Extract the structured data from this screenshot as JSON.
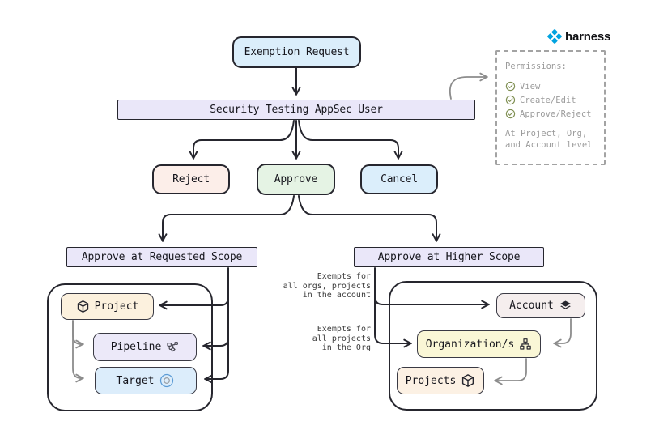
{
  "brand": {
    "name": "harness"
  },
  "nodes": {
    "exemption_request": {
      "label": "Exemption Request"
    },
    "appsec_user": {
      "label": "Security Testing AppSec User"
    },
    "reject": {
      "label": "Reject"
    },
    "approve": {
      "label": "Approve"
    },
    "cancel": {
      "label": "Cancel"
    },
    "requested_scope": {
      "label": "Approve at Requested Scope"
    },
    "higher_scope": {
      "label": "Approve at Higher Scope"
    },
    "project": {
      "label": "Project",
      "icon": "cube-icon"
    },
    "pipeline": {
      "label": "Pipeline",
      "icon": "pipeline-icon"
    },
    "target": {
      "label": "Target",
      "icon": "target-icon"
    },
    "account": {
      "label": "Account",
      "icon": "layers-icon"
    },
    "organizations": {
      "label": "Organization/s",
      "icon": "org-chart-icon"
    },
    "projects": {
      "label": "Projects",
      "icon": "cube-icon"
    }
  },
  "annotations": {
    "account_scope": {
      "lines": [
        "Exempts for",
        "all orgs, projects",
        "in the account"
      ]
    },
    "org_scope": {
      "lines": [
        "Exempts for",
        "all projects",
        "in the Org"
      ]
    }
  },
  "permissions_panel": {
    "title": "Permissions:",
    "items": [
      {
        "icon": "check-circle-icon",
        "label": "View"
      },
      {
        "icon": "check-circle-icon",
        "label": "Create/Edit"
      },
      {
        "icon": "check-circle-icon",
        "label": "Approve/Reject"
      }
    ],
    "footer_lines": [
      "At Project, Org,",
      "and Account level"
    ]
  },
  "colors": {
    "node_blue": "#dbeefb",
    "node_lavender": "#eae7f9",
    "node_red": "#fceee9",
    "node_green": "#e5f3e4",
    "node_cream": "#fcf1de",
    "node_yellow": "#faf7d6",
    "node_pink": "#f5eeee",
    "edge_dark": "#26262e",
    "edge_gray": "#8c8c8c",
    "check_green": "#7f8f52",
    "brand_blue": "#00a3e0"
  }
}
